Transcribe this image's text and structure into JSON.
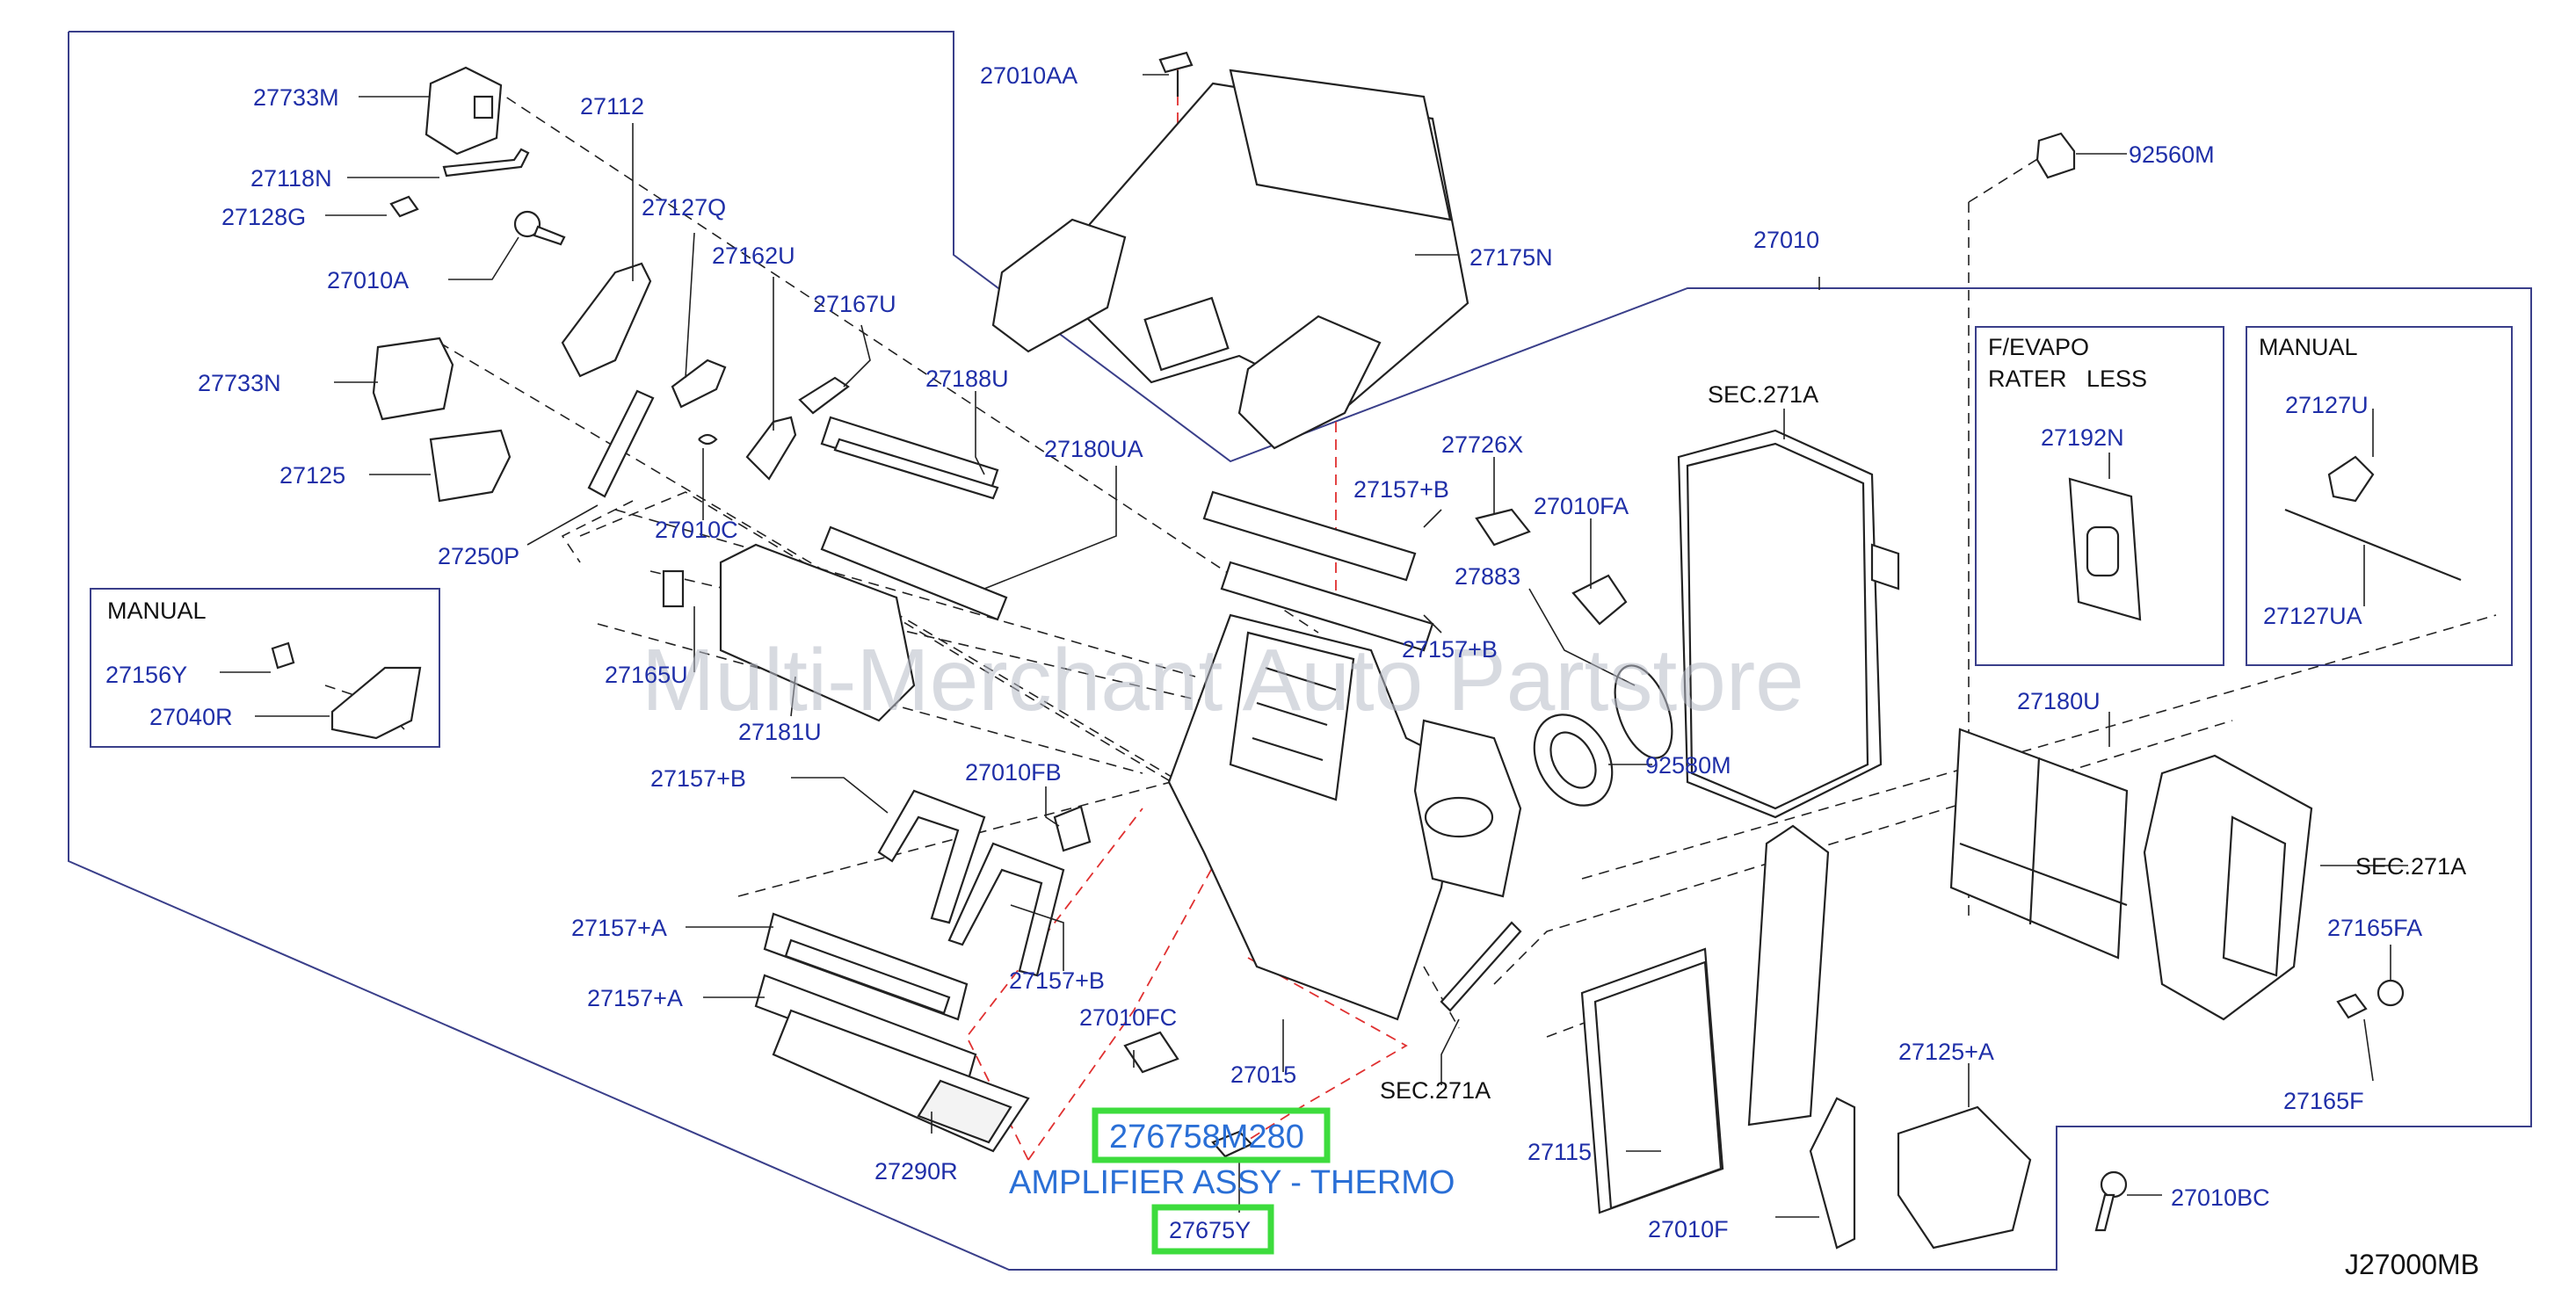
{
  "watermark": "Multi-Merchant Auto Partstore",
  "diagram_code": "J27000MB",
  "highlight": {
    "part_number": "276758M280",
    "description": "AMPLIFIER ASSY - THERMO",
    "callout": "27675Y",
    "color": "#3ddc3d"
  },
  "boxes": {
    "manual_left": "MANUAL",
    "fevapo_line1": "F/EVAPO",
    "fevapo_line2": "RATER   LESS",
    "manual_right": "MANUAL"
  },
  "labels": {
    "l27733M": "27733M",
    "l27112": "27112",
    "l27118N": "27118N",
    "l27128G": "27128G",
    "l27127Q": "27127Q",
    "l27010A": "27010A",
    "l27162U": "27162U",
    "l27167U": "27167U",
    "l27733N": "27733N",
    "l27188U": "27188U",
    "l27125": "27125",
    "l27180UA": "27180UA",
    "l27010C": "27010C",
    "l27250P": "27250P",
    "l27156Y": "27156Y",
    "l27040R": "27040R",
    "l27165U": "27165U",
    "l27181U": "27181U",
    "l27157B1": "27157+B",
    "l27010FB": "27010FB",
    "l27157A1": "27157+A",
    "l27157B2": "27157+B",
    "l27157A2": "27157+A",
    "l27010FC": "27010FC",
    "l27015": "27015",
    "l27290R": "27290R",
    "l27010AA": "27010AA",
    "l27175N": "27175N",
    "l27010": "27010",
    "l27726X": "27726X",
    "l27157B3": "27157+B",
    "l27010FA": "27010FA",
    "l27883": "27883",
    "l27157B4": "27157+B",
    "lSEC271A1": "SEC.271A",
    "l92580M": "92580M",
    "l92560M": "92560M",
    "l27192N": "27192N",
    "l27127U": "27127U",
    "l27127UA": "27127UA",
    "l27180U": "27180U",
    "lSEC271A2": "SEC.271A",
    "l27165FA": "27165FA",
    "l27165F": "27165F",
    "lSEC271A3": "SEC.271A",
    "l27115": "27115",
    "l27125A": "27125+A",
    "l27010F": "27010F",
    "l27010BC": "27010BC"
  }
}
